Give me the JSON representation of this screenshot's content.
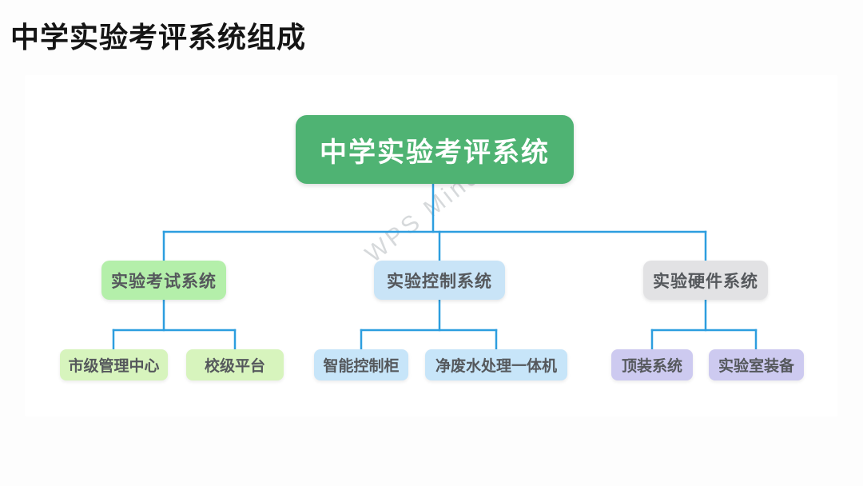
{
  "slide": {
    "title": "中学实验考评系统组成"
  },
  "watermark": {
    "text": "WPS Mind"
  },
  "mindmap": {
    "connector_color": "#2d9edf",
    "root": {
      "label": "中学实验考评系统",
      "color": "#4fb373",
      "text_color": "#ffffff"
    },
    "branches": [
      {
        "label": "实验考试系统",
        "color": "#b4efaa",
        "children": [
          {
            "label": "市级管理中心",
            "color": "#d7f4bd"
          },
          {
            "label": "校级平台",
            "color": "#d7f4bd"
          }
        ]
      },
      {
        "label": "实验控制系统",
        "color": "#c9e4f7",
        "children": [
          {
            "label": "智能控制柜",
            "color": "#c7e5f9"
          },
          {
            "label": "净废水处理一体机",
            "color": "#c7e5f9"
          }
        ]
      },
      {
        "label": "实验硬件系统",
        "color": "#e2e2e4",
        "children": [
          {
            "label": "顶装系统",
            "color": "#cdcaf0"
          },
          {
            "label": "实验室装备",
            "color": "#cdcaf0"
          }
        ]
      }
    ]
  }
}
